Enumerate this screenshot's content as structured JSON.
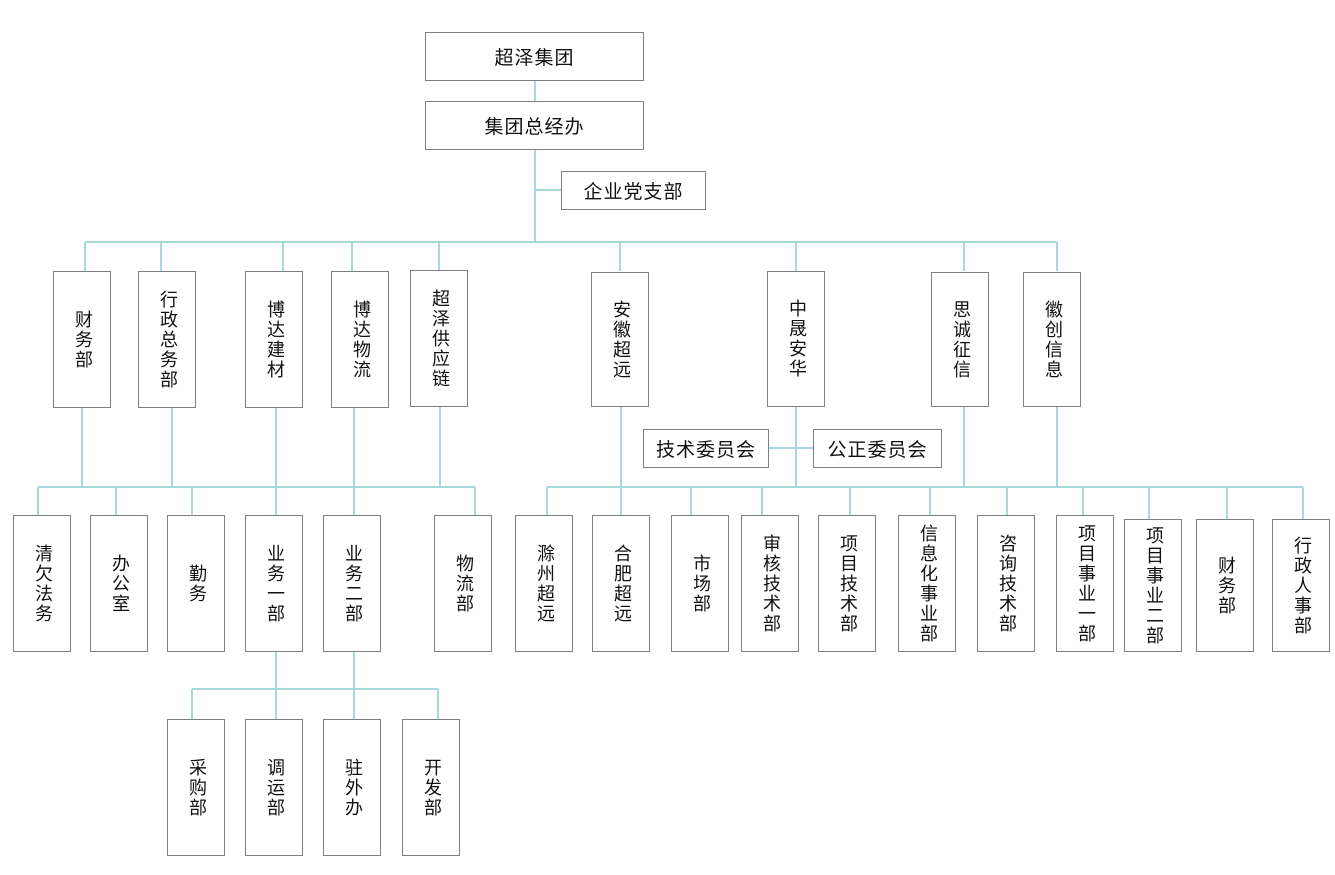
{
  "org": {
    "root": "超泽集团",
    "office": "集团总经办",
    "party": "企业党支部",
    "divisions": {
      "finance": "财务部",
      "admin": "行政总务部",
      "boda_building": "博达建材",
      "boda_logistics": "博达物流",
      "supply_chain": "超泽供应链",
      "anhui_chaoyuan": "安徽超远",
      "zhongsheng_anhua": "中晟安华",
      "sicheng": "思诚征信",
      "huichuang": "徽创信息"
    },
    "committees": {
      "tech": "技术委员会",
      "fair": "公正委员会"
    },
    "departments": {
      "debt_legal": "清欠法务",
      "office": "办公室",
      "logistics_service": "勤务",
      "business_one": "业务一部",
      "business_two": "业务二部",
      "logistics_dept": "物流部",
      "chuzhou": "滁州超远",
      "hefei": "合肥超远",
      "market": "市场部",
      "audit_tech": "审核技术部",
      "project_tech": "项目技术部",
      "informatization": "信息化事业部",
      "consult_tech": "咨询技术部",
      "project_one": "项目事业一部",
      "project_two": "项目事业二部",
      "finance2": "财务部",
      "admin_hr": "行政人事部"
    },
    "subunits": {
      "procurement": "采购部",
      "dispatch": "调运部",
      "resident": "驻外办",
      "development": "开发部"
    }
  },
  "colors": {
    "line": "#a8d8dc",
    "border": "#7f7f7f",
    "text": "#111111"
  }
}
